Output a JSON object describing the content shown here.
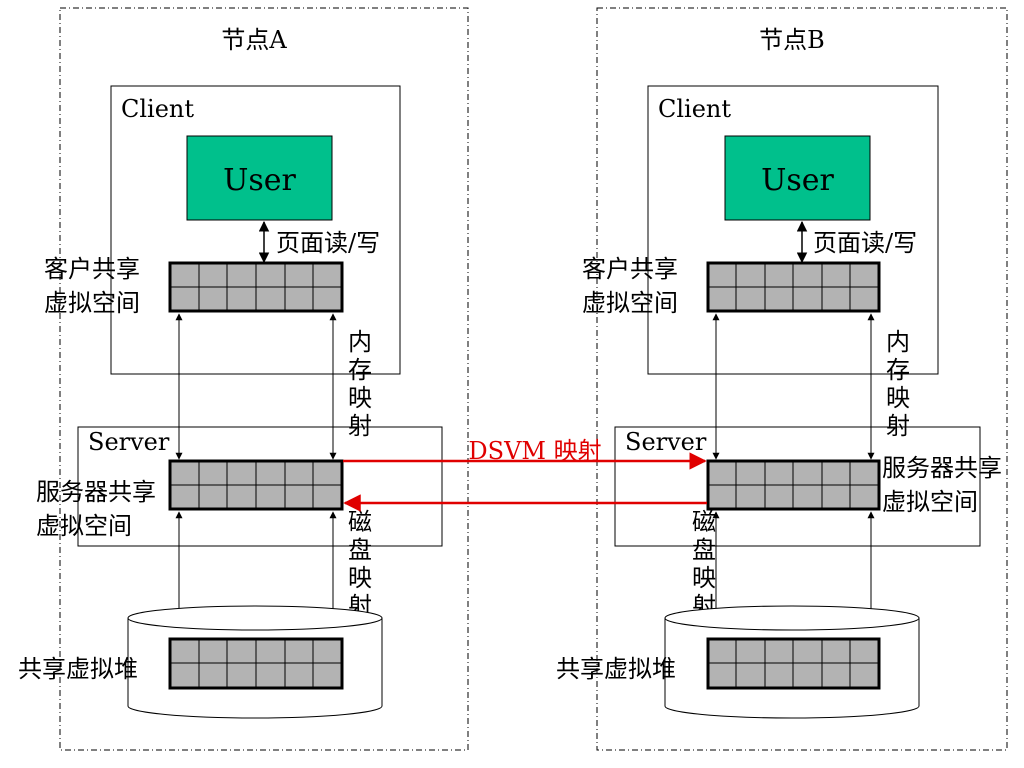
{
  "colors": {
    "user_fill": "#00c08c",
    "grid_fill": "#b3b3b3",
    "link_color": "#e00000",
    "line": "#000000"
  },
  "nodes": [
    {
      "title": "节点A",
      "client_label": "Client",
      "user_label": "User",
      "rw_label": "页面读/写",
      "client_space_label": [
        "客户共享",
        "虚拟空间"
      ],
      "mem_map_label": [
        "内",
        "存",
        "映",
        "射"
      ],
      "server_label": "Server",
      "server_space_label": [
        "服务器共享",
        "虚拟空间"
      ],
      "disk_map_label": [
        "磁",
        "盘",
        "映",
        "射"
      ],
      "heap_label": "共享虚拟堆"
    },
    {
      "title": "节点B",
      "client_label": "Client",
      "user_label": "User",
      "rw_label": "页面读/写",
      "client_space_label": [
        "客户共享",
        "虚拟空间"
      ],
      "mem_map_label": [
        "内",
        "存",
        "映",
        "射"
      ],
      "server_label": "Server",
      "server_space_label": [
        "服务器共享",
        "虚拟空间"
      ],
      "disk_map_label": [
        "磁",
        "盘",
        "映",
        "射"
      ],
      "heap_label": "共享虚拟堆"
    }
  ],
  "link_label": "DSVM 映射"
}
